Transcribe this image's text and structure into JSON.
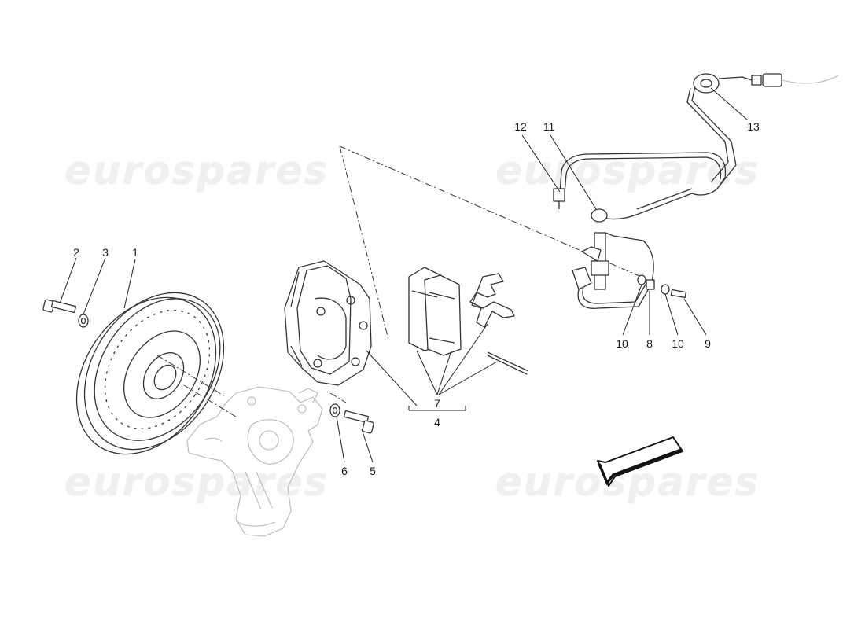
{
  "watermarks": [
    "eurospares",
    "eurospares",
    "eurospares",
    "eurospares"
  ],
  "callouts": {
    "c1": "1",
    "c2": "2",
    "c3": "3",
    "c4": "4",
    "c5": "5",
    "c6": "6",
    "c7": "7",
    "c8": "8",
    "c9": "9",
    "c10a": "10",
    "c10b": "10",
    "c11": "11",
    "c12": "12",
    "c13": "13"
  },
  "icons": {
    "direction_arrow": "front-direction-arrow-icon"
  }
}
